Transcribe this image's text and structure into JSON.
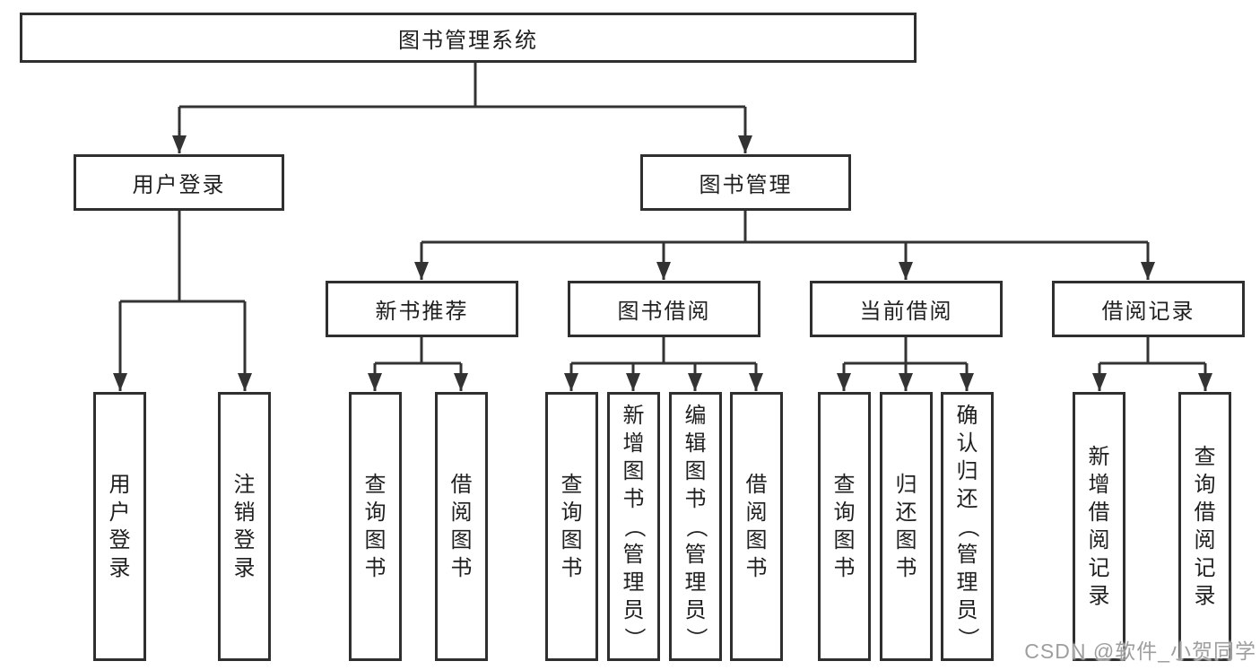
{
  "diagram": {
    "root": {
      "label": "图书管理系统"
    },
    "level2": [
      {
        "label": "用户登录",
        "children": [
          {
            "label": "用户登录"
          },
          {
            "label": "注销登录"
          }
        ]
      },
      {
        "label": "图书管理",
        "children": [
          {
            "label": "新书推荐",
            "children": [
              {
                "label": "查询图书"
              },
              {
                "label": "借阅图书"
              }
            ]
          },
          {
            "label": "图书借阅",
            "children": [
              {
                "label": "查询图书"
              },
              {
                "label": "新增图书（管理员）"
              },
              {
                "label": "编辑图书（管理员）"
              },
              {
                "label": "借阅图书"
              }
            ]
          },
          {
            "label": "当前借阅",
            "children": [
              {
                "label": "查询图书"
              },
              {
                "label": "归还图书"
              },
              {
                "label": "确认归还（管理员）"
              }
            ]
          },
          {
            "label": "借阅记录",
            "children": [
              {
                "label": "新增借阅记录"
              },
              {
                "label": "查询借阅记录"
              }
            ]
          }
        ]
      }
    ]
  },
  "watermark": {
    "text": "CSDN @软件_小贺同学"
  },
  "colors": {
    "line": "#333333",
    "box_border": "#2f2f2f",
    "text": "#1f1f1f",
    "background": "#ffffff",
    "watermark": "#9e9e9e"
  }
}
